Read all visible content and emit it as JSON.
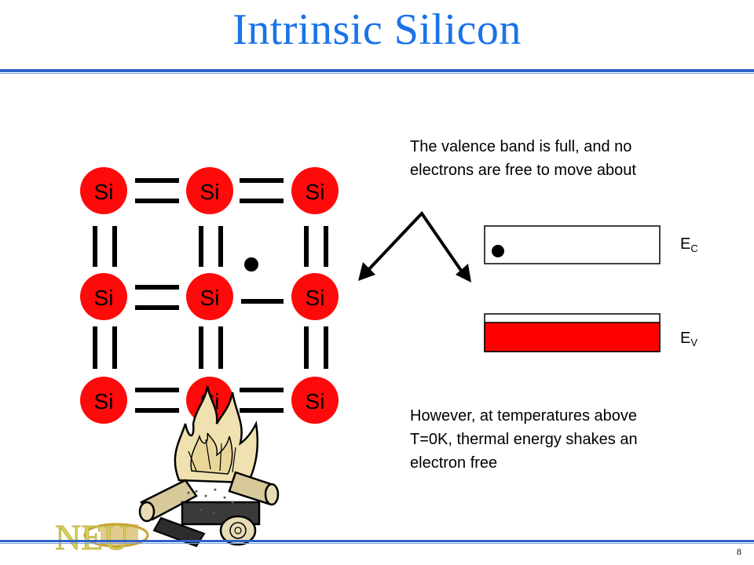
{
  "slide": {
    "title": "Intrinsic Silicon",
    "page_number": "8"
  },
  "text": {
    "valence_note": "The valence band is full, and no electrons are free to move about",
    "thermal_note": "However, at temperatures above T=0K, thermal energy shakes an electron free"
  },
  "lattice": {
    "atom_label": "Si",
    "atom_color": "#ff0a0a"
  },
  "bands": {
    "conduction_label_main": "E",
    "conduction_label_sub": "C",
    "valence_label_main": "E",
    "valence_label_sub": "V",
    "valence_fill_color": "#ff0000"
  },
  "logo": {
    "text": "NEU"
  }
}
